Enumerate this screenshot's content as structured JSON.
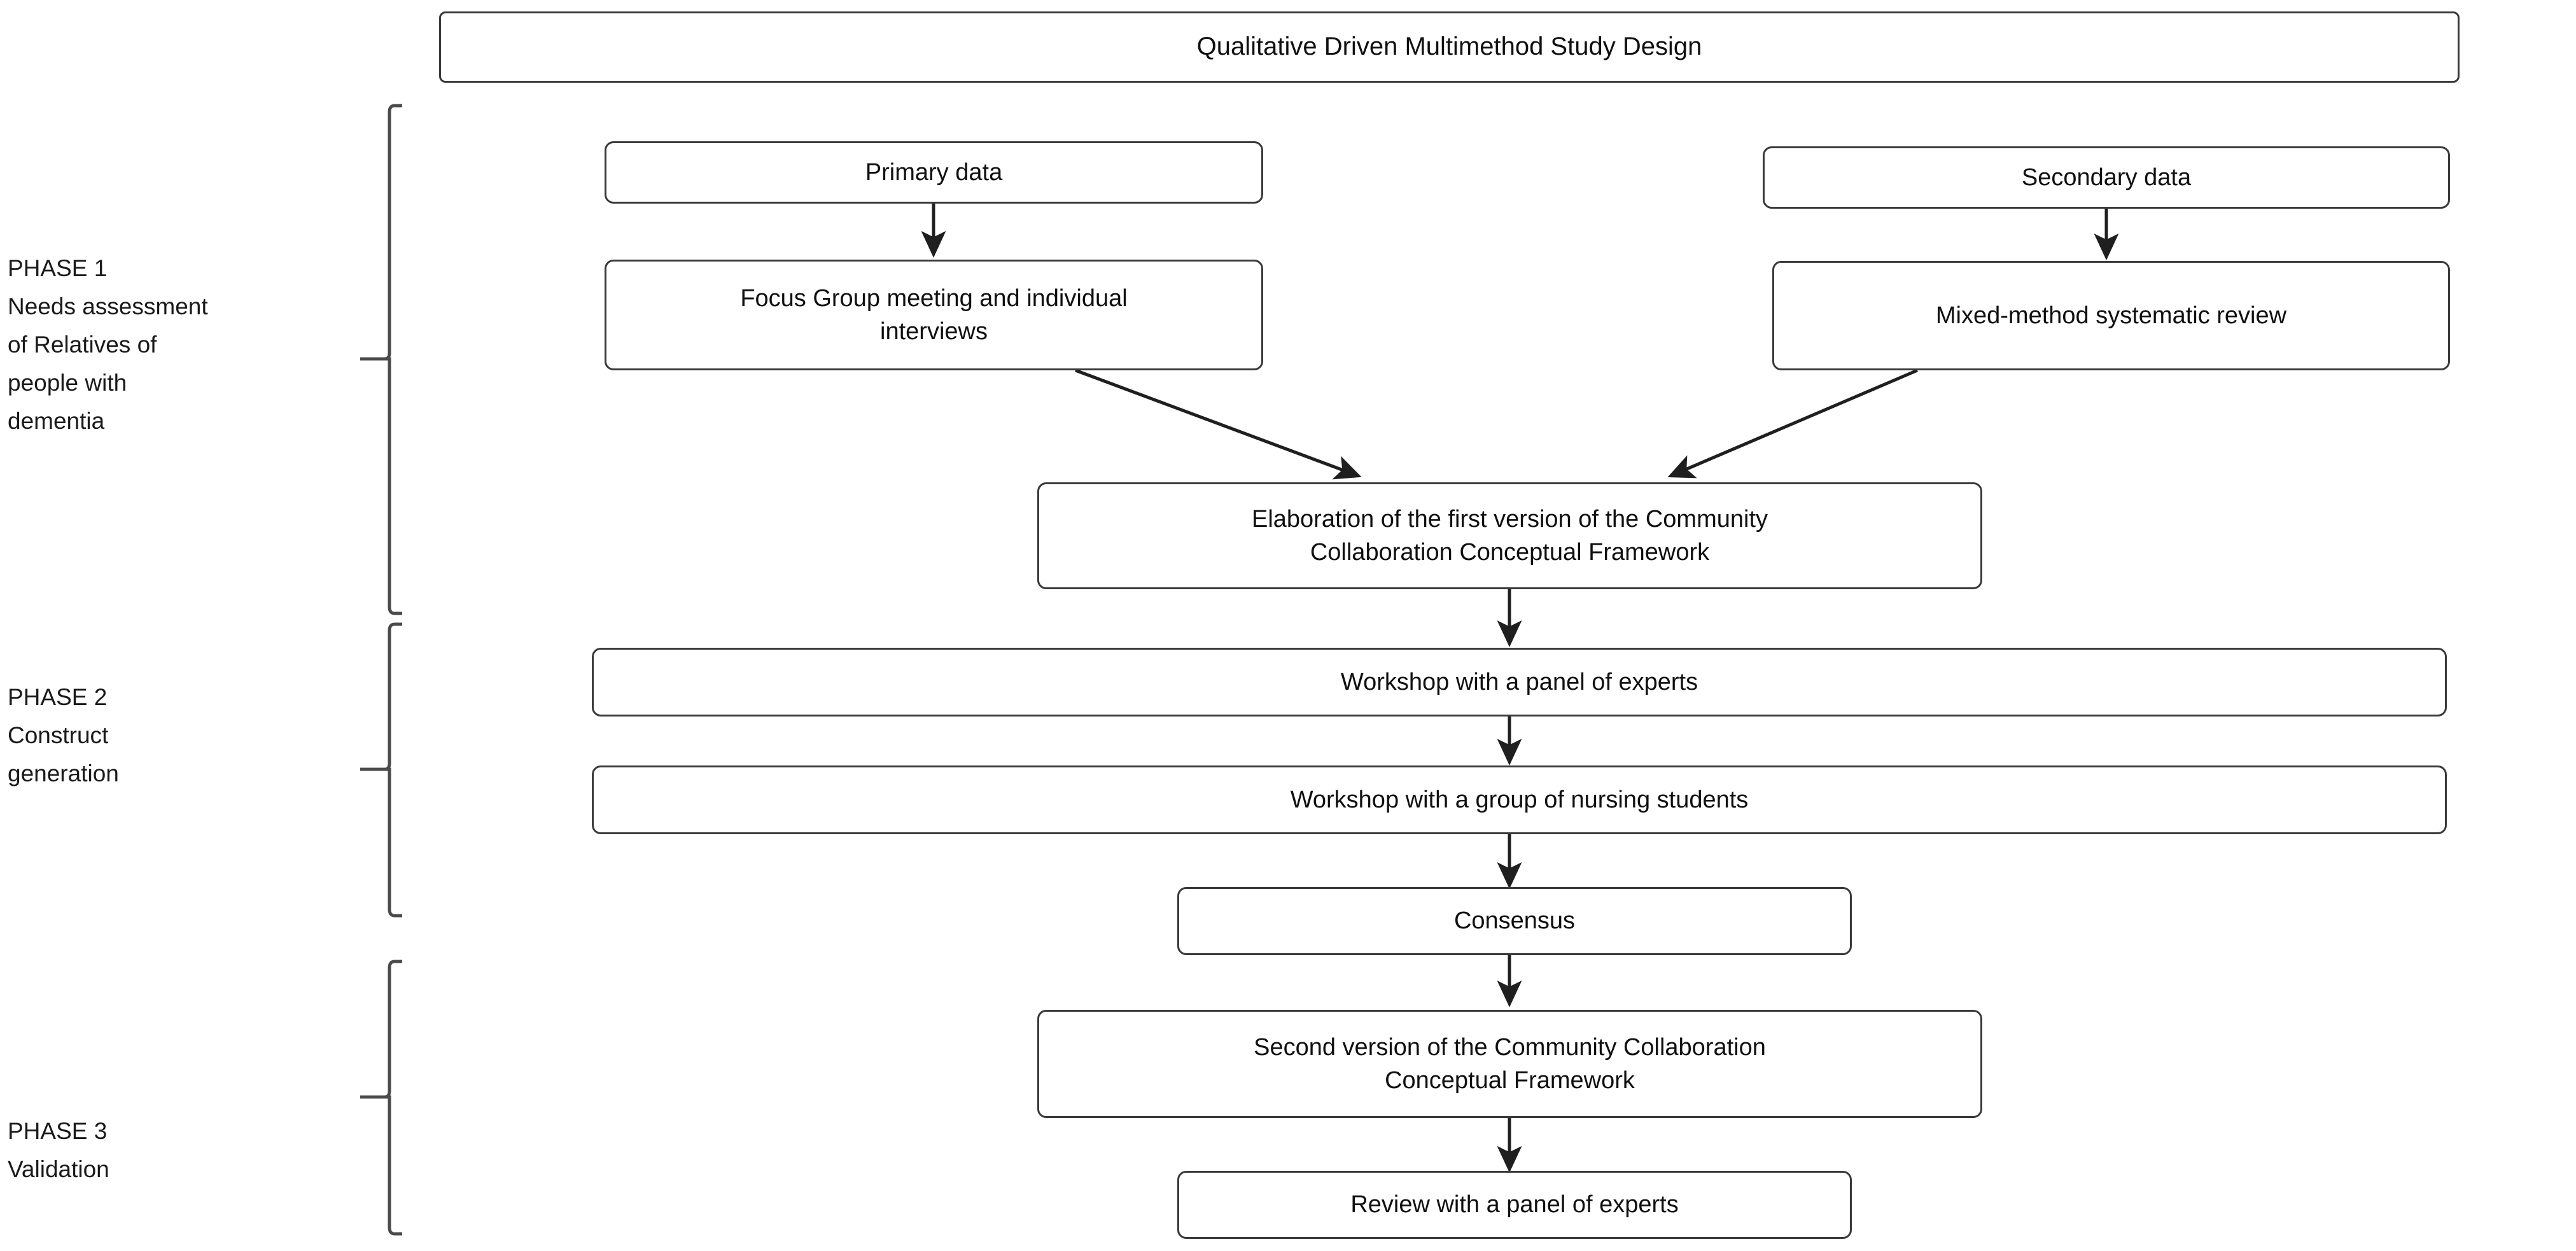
{
  "diagram": {
    "title": "Qualitative Driven Multimethod Study Design",
    "phases": [
      {
        "id": "phase-1",
        "label": "PHASE 1\nNeeds assessment\nof Relatives of\npeople with\ndementia"
      },
      {
        "id": "phase-2",
        "label": "PHASE 2\nConstruct\ngeneration"
      },
      {
        "id": "phase-3",
        "label": "PHASE 3\nValidation"
      }
    ],
    "nodes": {
      "primary_data": "Primary data",
      "secondary_data": "Secondary data",
      "focus_group": "Focus Group meeting and individual\ninterviews",
      "systematic_review": "Mixed-method systematic review",
      "first_version": "Elaboration of the first version of the Community\nCollaboration Conceptual Framework",
      "workshop_experts": "Workshop with a panel of experts",
      "workshop_students": "Workshop with a group of nursing students",
      "consensus": "Consensus",
      "second_version": "Second version of the Community Collaboration\nConceptual Framework",
      "review_experts": "Review with a panel of experts"
    },
    "edges": [
      {
        "from": "primary_data",
        "to": "focus_group",
        "style": "vertical-arrow"
      },
      {
        "from": "secondary_data",
        "to": "systematic_review",
        "style": "vertical-arrow"
      },
      {
        "from": "focus_group",
        "to": "first_version",
        "style": "diagonal-arrow"
      },
      {
        "from": "systematic_review",
        "to": "first_version",
        "style": "diagonal-arrow"
      },
      {
        "from": "first_version",
        "to": "workshop_experts",
        "style": "vertical-arrow"
      },
      {
        "from": "workshop_experts",
        "to": "workshop_students",
        "style": "vertical-arrow"
      },
      {
        "from": "workshop_students",
        "to": "consensus",
        "style": "vertical-arrow"
      },
      {
        "from": "consensus",
        "to": "second_version",
        "style": "vertical-arrow"
      },
      {
        "from": "second_version",
        "to": "review_experts",
        "style": "vertical-arrow"
      }
    ],
    "colors": {
      "background": "#ffffff",
      "box_border": "#3a3a3a",
      "connector": "#1f1f1f",
      "text": "#101010"
    }
  }
}
